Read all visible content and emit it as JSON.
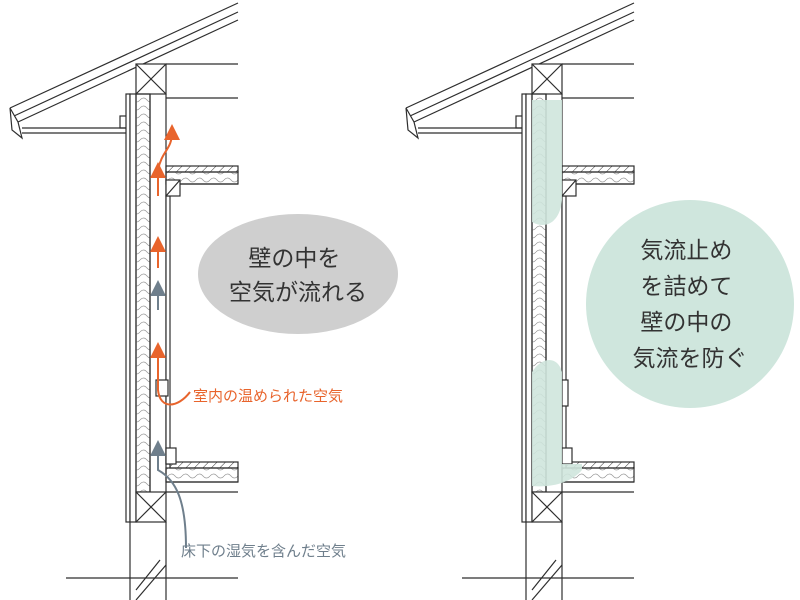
{
  "colors": {
    "line": "#2e2e2e",
    "warm_air": "#e8642c",
    "humid_air": "#6f7f8c",
    "bubble_gray": "#cfcfcf",
    "bubble_green": "#cfe6dd",
    "stop_fill": "#cfe6dd",
    "insulation": "#9a9a9a"
  },
  "left_panel": {
    "bubble_lines": [
      "壁の中を",
      "空気が流れる"
    ],
    "warm_label": "室内の温められた空気",
    "humid_label": "床下の湿気を含んだ空気"
  },
  "right_panel": {
    "bubble_lines": [
      "気流止め",
      "を詰めて",
      "壁の中の",
      "気流を防ぐ"
    ]
  }
}
